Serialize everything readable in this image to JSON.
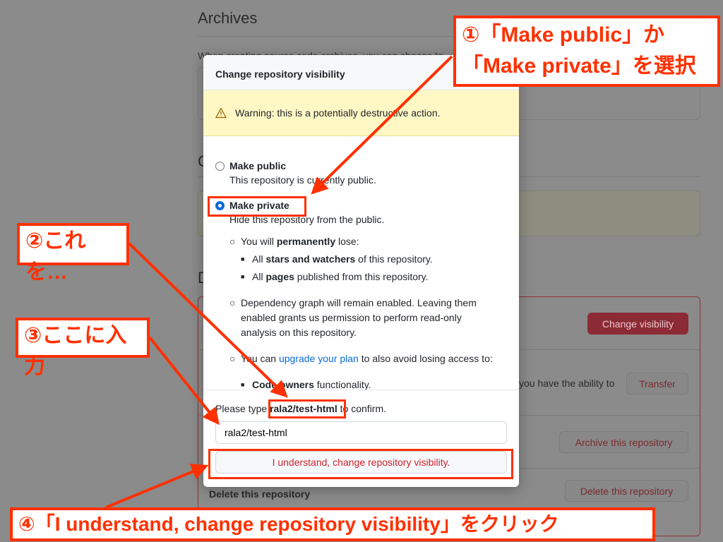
{
  "background": {
    "archives_heading": "Archives",
    "archives_text": "When creating source code archives, you can choose to",
    "section_c_initial": "C",
    "section_d_initial": "D",
    "change_visibility_button": "Change visibility",
    "transfer_text": "you have the ability to",
    "transfer_button": "Transfer",
    "archive_button": "Archive this repository",
    "delete_label": "Delete this repository",
    "delete_button": "Delete this repository"
  },
  "modal": {
    "title": "Change repository visibility",
    "warning": "Warning: this is a potentially destructive action.",
    "options": [
      {
        "label": "Make public",
        "desc": "This repository is currently public.",
        "selected": false
      },
      {
        "label": "Make private",
        "desc": "Hide this repository from the public.",
        "selected": true
      }
    ],
    "lose_intro_pre": "You will ",
    "lose_intro_bold": "permanently",
    "lose_intro_post": " lose:",
    "lose_items": [
      {
        "pre": "All ",
        "bold": "stars and watchers",
        "post": " of this repository."
      },
      {
        "pre": "All ",
        "bold": "pages",
        "post": " published from this repository."
      }
    ],
    "dependency_note": "Dependency graph will remain enabled. Leaving them enabled grants us permission to perform read-only analysis on this repository.",
    "upgrade_pre": "You can ",
    "upgrade_link": "upgrade your plan",
    "upgrade_post": " to also avoid losing access to:",
    "upgrade_items": [
      {
        "bold": "Code owners",
        "post": " functionality."
      }
    ],
    "confirm_pre": "Please type ",
    "confirm_name": "rala2/test-html",
    "confirm_post": " to confirm.",
    "input_value": "rala2/test-html",
    "confirm_button": "I understand, change repository visibility."
  },
  "annotations": {
    "step1_line1": "①「Make public」か",
    "step1_line2": "「Make private」を選択",
    "step2": "②これを…",
    "step3": "③ここに入力",
    "step4": "④「I understand, change repository visibility」をクリック"
  },
  "colors": {
    "annotation": "#ff3000",
    "danger": "#cf222e",
    "link": "#0969da",
    "warning_bg": "#fff8c5"
  }
}
